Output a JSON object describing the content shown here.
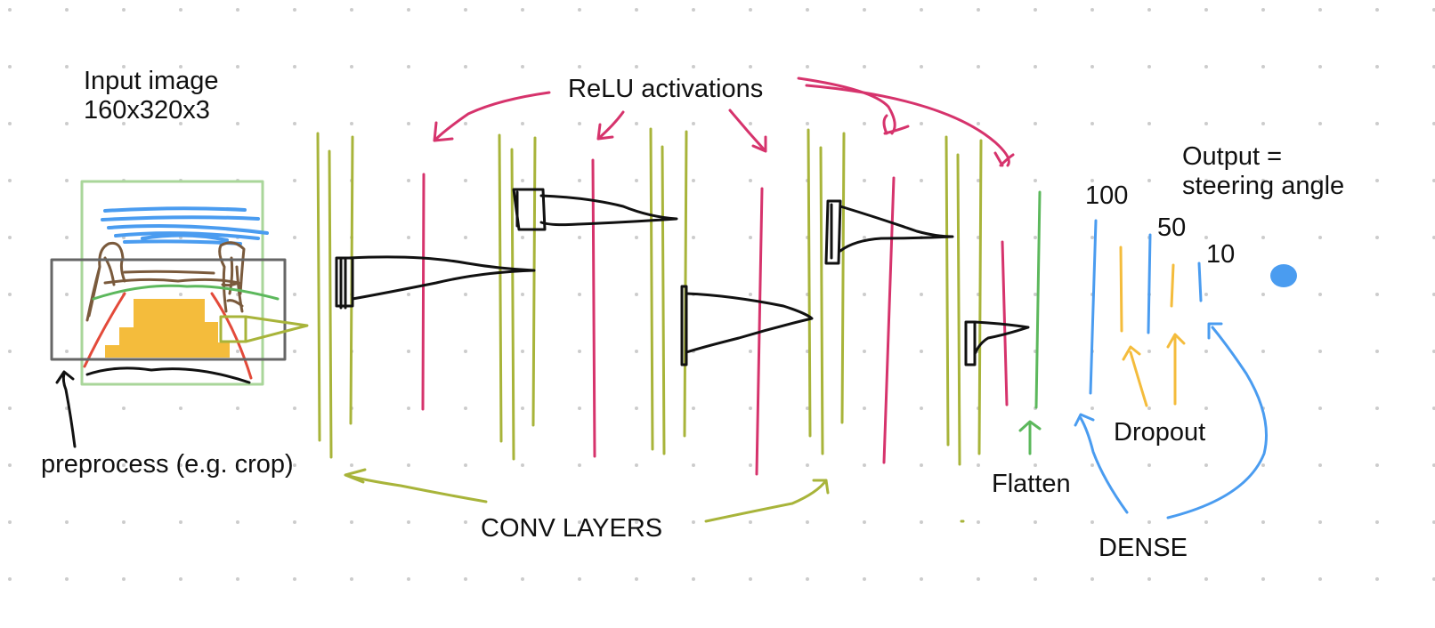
{
  "labels": {
    "input_line1": "Input image",
    "input_line2": "160x320x3",
    "relu": "ReLU activations",
    "output_line1": "Output =",
    "output_line2": "steering angle",
    "preprocess": "preprocess (e.g. crop)",
    "conv": "CONV LAYERS",
    "flatten": "Flatten",
    "dropout": "Dropout",
    "dense": "DENSE",
    "n100": "100",
    "n50": "50",
    "n10": "10"
  },
  "colors": {
    "conv": "#a8b43a",
    "relu": "#d6336c",
    "dense": "#4a9cf0",
    "dropout": "#f4bc3c",
    "flatten": "#5cb85c",
    "ink": "#111111",
    "crop_box": "#666666",
    "image_border": "#a9d69a",
    "sky": "#4a9cf0",
    "tree": "#7a5a3c",
    "road": "#e34a3a",
    "dot_grid": "#cccccc"
  }
}
